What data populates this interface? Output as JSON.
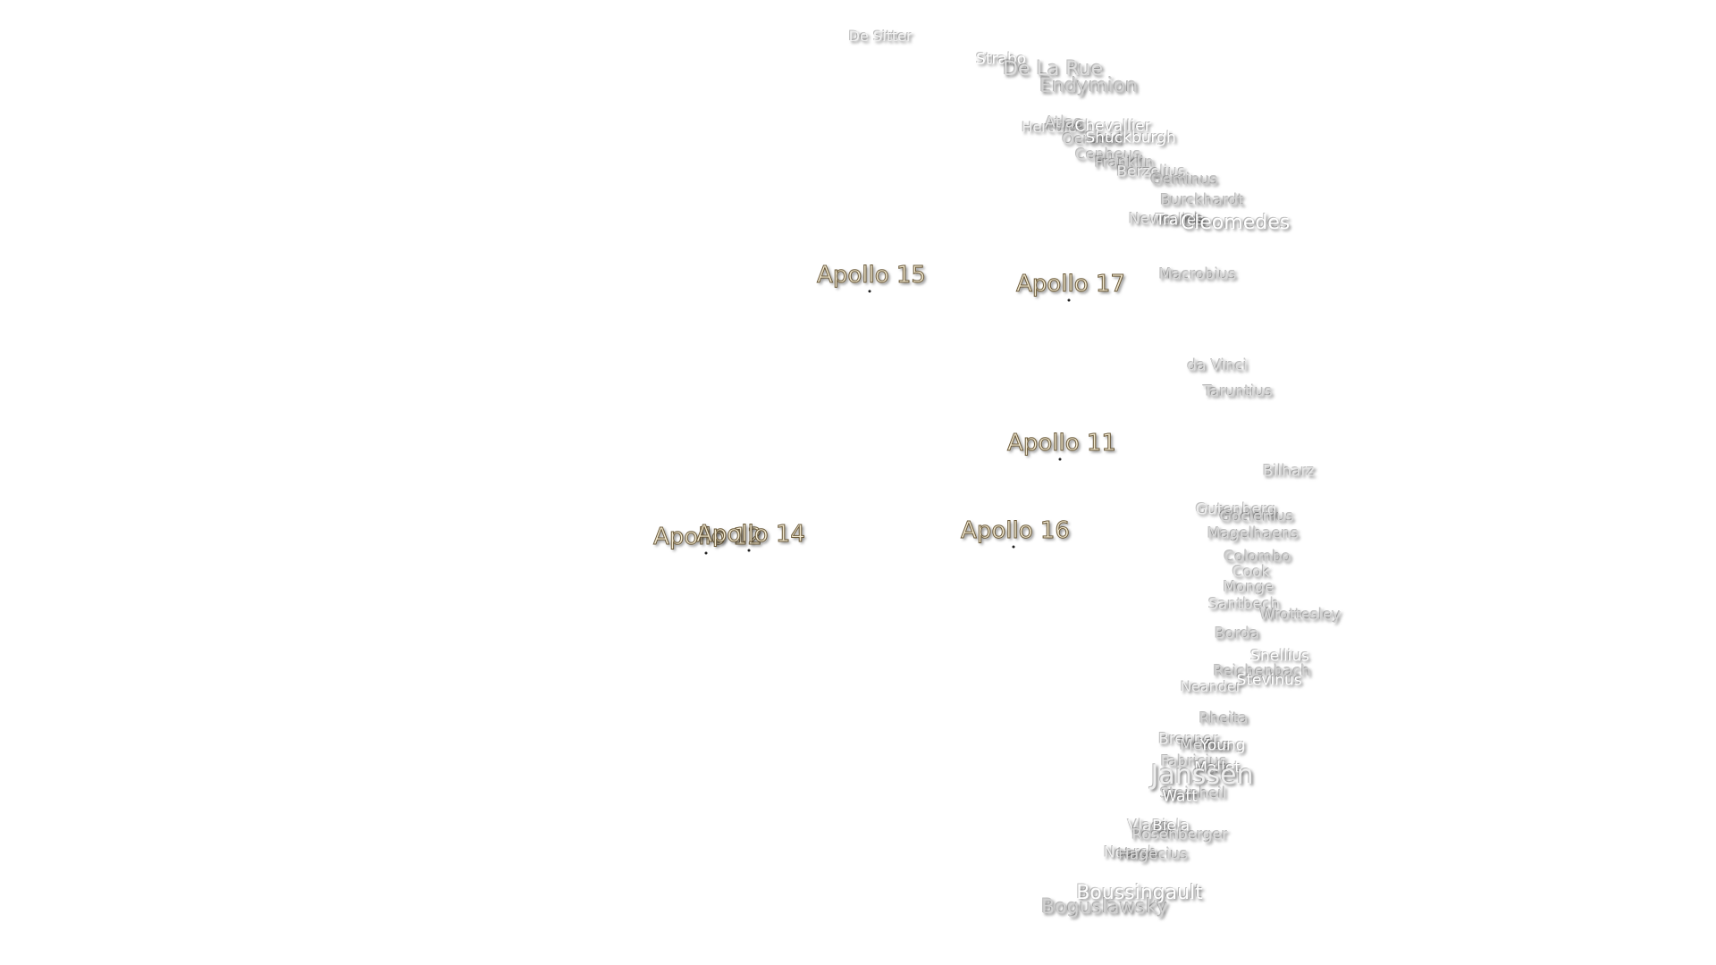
{
  "labels": [
    {
      "text": "De Sitter",
      "tone": "#f2f2f2"
    },
    {
      "text": "Strabo",
      "tone": "#ffffff"
    },
    {
      "text": "De La Rue",
      "tone": "#dddddd"
    },
    {
      "text": "Endymion",
      "tone": "#cfcfcf"
    },
    {
      "text": "Hercules",
      "tone": "#f0f0f0"
    },
    {
      "text": "Atlas",
      "tone": "#e0e0e0"
    },
    {
      "text": "Chevallier",
      "tone": "#ffffff"
    },
    {
      "text": "Oersted",
      "tone": "#d8d8d8"
    },
    {
      "text": "Shuckburgh",
      "tone": "#ffffff"
    },
    {
      "text": "Cepheus",
      "tone": "#d8d8d8"
    },
    {
      "text": "Franklin",
      "tone": "#d2d2d2"
    },
    {
      "text": "Berzelius",
      "tone": "#e8e8e8"
    },
    {
      "text": "Geminus",
      "tone": "#c8c8c8"
    },
    {
      "text": "Burckhardt",
      "tone": "#d4d4d4"
    },
    {
      "text": "Newcomb",
      "tone": "#e6e6e6"
    },
    {
      "text": "Tralles",
      "tone": "#ffffff"
    },
    {
      "text": "Cleomedes",
      "tone": "#ffffff"
    },
    {
      "text": "Macrobius",
      "tone": "#d8d8d8"
    },
    {
      "text": "da Vinci",
      "tone": "#dddddd"
    },
    {
      "text": "Taruntius",
      "tone": "#d8d8d8"
    },
    {
      "text": "Bilharz",
      "tone": "#e4e4e4"
    },
    {
      "text": "Gutenberg",
      "tone": "#eeeeee"
    },
    {
      "text": "Goclenius",
      "tone": "#d4d4d4"
    },
    {
      "text": "Magelhaens",
      "tone": "#d8d8d8"
    },
    {
      "text": "Colombo",
      "tone": "#d0d0d0"
    },
    {
      "text": "Cook",
      "tone": "#e2e2e2"
    },
    {
      "text": "Monge",
      "tone": "#dedede"
    },
    {
      "text": "Santbech",
      "tone": "#e4e4e4"
    },
    {
      "text": "Wrottesley",
      "tone": "#d6d6d6"
    },
    {
      "text": "Borda",
      "tone": "#d8d8d8"
    },
    {
      "text": "Snellius",
      "tone": "#ffffff"
    },
    {
      "text": "Reichenbach",
      "tone": "#d0d0d0"
    },
    {
      "text": "Neander",
      "tone": "#efefef"
    },
    {
      "text": "Stevinus",
      "tone": "#ffffff"
    },
    {
      "text": "Rheita",
      "tone": "#d2d2d2"
    },
    {
      "text": "Brenner",
      "tone": "#f0f0f0"
    },
    {
      "text": "Metius",
      "tone": "#e0e0e0"
    },
    {
      "text": "Young",
      "tone": "#ffffff"
    },
    {
      "text": "Fabricius",
      "tone": "#dedede"
    },
    {
      "text": "Mallet",
      "tone": "#ffffff"
    },
    {
      "text": "Janssen",
      "tone": "#eeeeee"
    },
    {
      "text": "Steinheil",
      "tone": "#d8d8d8"
    },
    {
      "text": "Watt",
      "tone": "#ffffff"
    },
    {
      "text": "Vlacq",
      "tone": "#f2f2f2"
    },
    {
      "text": "Biela",
      "tone": "#ffffff"
    },
    {
      "text": "Rosenberger",
      "tone": "#dcdcdc"
    },
    {
      "text": "Nearch",
      "tone": "#f0f0f0"
    },
    {
      "text": "Hagecius",
      "tone": "#d8d8d8"
    },
    {
      "text": "Boussingault",
      "tone": "#ffffff"
    },
    {
      "text": "Boguslawsky",
      "tone": "#d0d0d0"
    }
  ],
  "apollo_sites": [
    {
      "text": "Apollo 15"
    },
    {
      "text": "Apollo 17"
    },
    {
      "text": "Apollo 11"
    },
    {
      "text": "Apollo 12"
    },
    {
      "text": "Apollo 14"
    },
    {
      "text": "Apollo 16"
    }
  ]
}
